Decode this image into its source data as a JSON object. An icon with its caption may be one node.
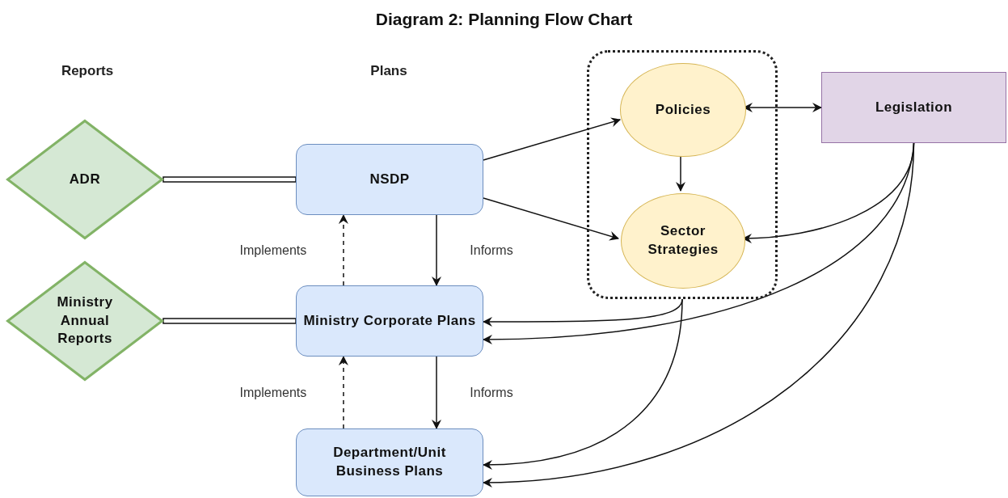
{
  "diagram": {
    "title": "Diagram 2: Planning Flow Chart",
    "nodes": [
      {
        "text": [
          "ADR"
        ]
      },
      {
        "text": [
          "NSDP"
        ]
      },
      {
        "text": [],
        "shape": "box"
      },
      {
        "text": [
          "Policies"
        ],
        "in": 2
      },
      {
        "text": [
          "Sector Strategies"
        ],
        "in": 2
      },
      {
        "text": [
          "Legislation"
        ]
      },
      {
        "text": [
          "Ministry Annual Reports"
        ]
      },
      {
        "text": [
          "Ministry Corporate Plans"
        ]
      },
      {
        "text": [
          "Department/Unit Business Plans"
        ]
      }
    ],
    "edges": [
      {
        "from": 0,
        "to": 1,
        "arrow": "none"
      },
      {
        "from": 1,
        "to": 3,
        "arrow": "to"
      },
      {
        "from": 1,
        "to": 4,
        "arrow": "to"
      },
      {
        "from": 3,
        "to": 5,
        "arrow": "both"
      },
      {
        "from": 3,
        "to": 4,
        "arrow": "to"
      },
      {
        "from": 5,
        "to": 4,
        "arrow": "to"
      },
      {
        "from": 1,
        "to": 7,
        "arrow": "to",
        "label": "Informs"
      },
      {
        "from": 7,
        "to": 1,
        "arrow": "to",
        "label": "Implements",
        "style": "dashed"
      },
      {
        "from": 6,
        "to": 7,
        "arrow": "none"
      },
      {
        "from": 2,
        "to": 7,
        "arrow": "to"
      },
      {
        "from": 5,
        "to": 7,
        "arrow": "to"
      },
      {
        "from": 7,
        "to": 8,
        "arrow": "to",
        "label": "Informs"
      },
      {
        "from": 8,
        "to": 7,
        "arrow": "to",
        "label": "Implements",
        "style": "dashed"
      },
      {
        "from": 2,
        "to": 8,
        "arrow": "to"
      },
      {
        "from": 5,
        "to": 8,
        "arrow": "to"
      }
    ],
    "labels": [
      "Reports",
      "Plans"
    ]
  }
}
